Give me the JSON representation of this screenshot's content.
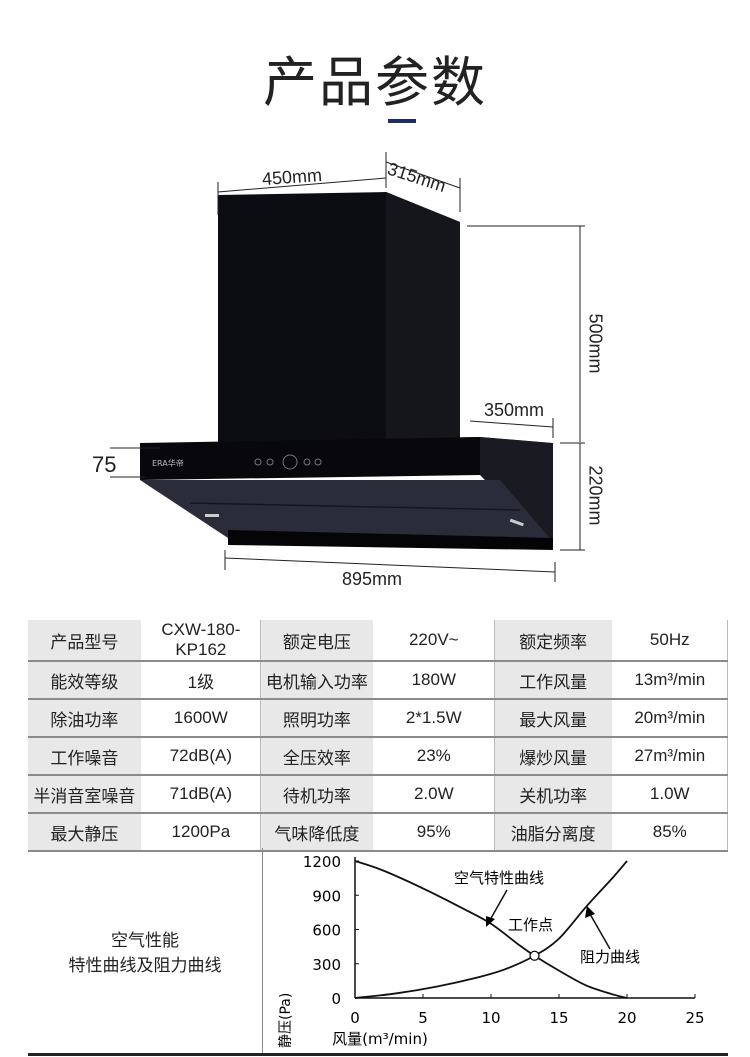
{
  "title": "产品参数",
  "dimensions": {
    "width_top": "450mm",
    "depth_top": "315mm",
    "height_chimney": "500mm",
    "depth_canopy": "350mm",
    "front_height": "75",
    "canopy_height": "220mm",
    "width_total": "895mm"
  },
  "brand_logo": "ERA华帝",
  "accent_color": "#1f2d6b",
  "specs": [
    [
      "产品型号",
      "CXW-180-KP162",
      "额定电压",
      "220V~",
      "额定频率",
      "50Hz"
    ],
    [
      "能效等级",
      "1级",
      "电机输入功率",
      "180W",
      "工作风量",
      "13m³/min"
    ],
    [
      "除油功率",
      "1600W",
      "照明功率",
      "2*1.5W",
      "最大风量",
      "20m³/min"
    ],
    [
      "工作噪音",
      "72dB(A)",
      "全压效率",
      "23%",
      "爆炒风量",
      "27m³/min"
    ],
    [
      "半消音室噪音",
      "71dB(A)",
      "待机功率",
      "2.0W",
      "关机功率",
      "1.0W"
    ],
    [
      "最大静压",
      "1200Pa",
      "气味降低度",
      "95%",
      "油脂分离度",
      "85%"
    ]
  ],
  "chart_label": {
    "line1": "空气性能",
    "line2": "特性曲线及阻力曲线"
  },
  "chart_data": {
    "type": "line",
    "xlabel": "风量(m³/min)",
    "ylabel": "静压(Pa)",
    "xlim": [
      0,
      25
    ],
    "ylim": [
      0,
      1200
    ],
    "xticks": [
      0,
      5,
      10,
      15,
      20,
      25
    ],
    "yticks": [
      0,
      300,
      600,
      900,
      1200
    ],
    "series": [
      {
        "name": "空气特性曲线",
        "x": [
          0,
          2,
          5,
          8,
          10,
          12,
          13.2,
          15,
          17,
          19,
          20
        ],
        "y": [
          1200,
          1120,
          960,
          780,
          650,
          470,
          370,
          240,
          110,
          30,
          0
        ]
      },
      {
        "name": "阻力曲线",
        "x": [
          0,
          3,
          6,
          9,
          11,
          13.2,
          15,
          17,
          19,
          20
        ],
        "y": [
          0,
          40,
          100,
          180,
          250,
          370,
          520,
          800,
          1060,
          1200
        ]
      }
    ],
    "annotations": [
      "空气特性曲线",
      "工作点",
      "阻力曲线"
    ],
    "operating_point": {
      "x": 13.2,
      "y": 370
    }
  }
}
